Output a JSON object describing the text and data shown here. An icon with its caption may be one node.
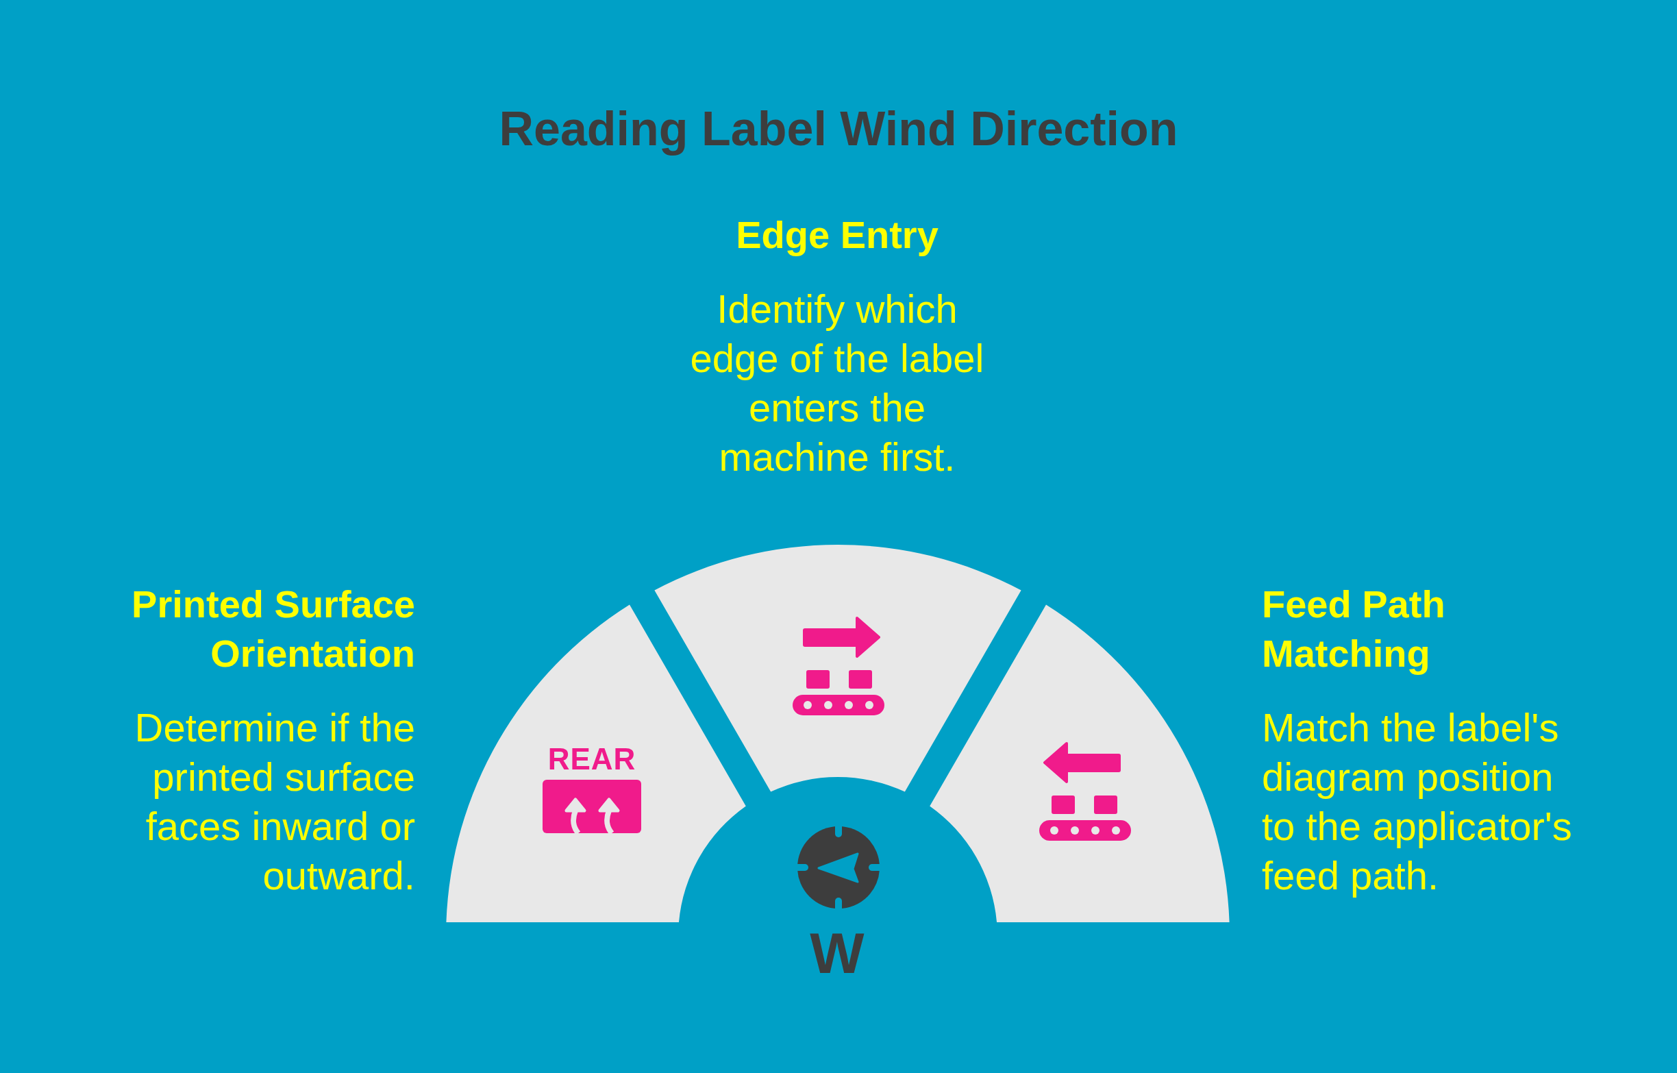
{
  "diagram": {
    "title": "Reading Label Wind Direction",
    "nodes": [
      {
        "text": [
          "REAR"
        ],
        "beside": [
          "Printed Surface Orientation",
          "Determine if the printed surface faces inward or outward."
        ]
      },
      {
        "text": [],
        "shape": "sector",
        "beside": [
          "Edge Entry",
          "Identify which edge of the label enters the machine first."
        ]
      },
      {
        "text": [],
        "shape": "sector",
        "beside": [
          "Feed Path Matching",
          "Match the label's diagram position to the applicator's feed path."
        ]
      }
    ],
    "labels": [
      "W"
    ]
  }
}
